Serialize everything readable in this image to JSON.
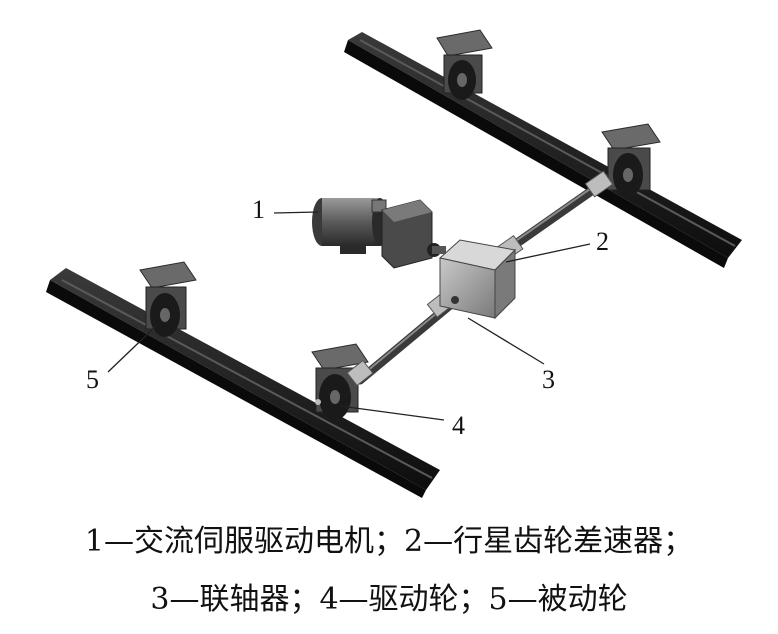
{
  "figure": {
    "callouts": [
      {
        "id": "1",
        "text": "1"
      },
      {
        "id": "2",
        "text": "2"
      },
      {
        "id": "3",
        "text": "3"
      },
      {
        "id": "4",
        "text": "4"
      },
      {
        "id": "5",
        "text": "5"
      }
    ]
  },
  "caption": {
    "line1": "1—交流伺服驱动电机；2—行星齿轮差速器；",
    "line2": "3—联轴器；4—驱动轮；5—被动轮"
  },
  "colors": {
    "rail": "#1a1a1a",
    "metal": "#8a8a8a",
    "metal_dark": "#555555"
  }
}
